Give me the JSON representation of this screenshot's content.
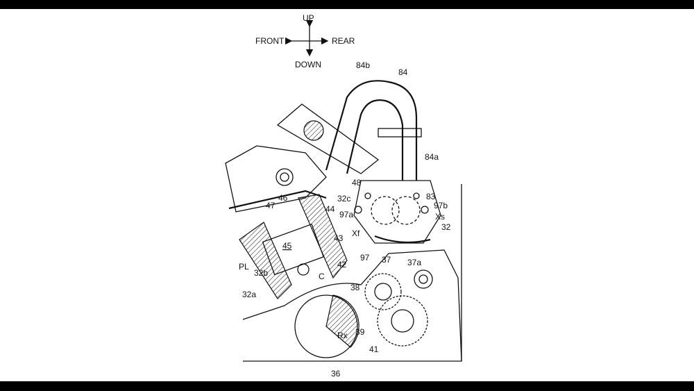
{
  "compass": {
    "up": "UP",
    "down": "DOWN",
    "front": "FRONT",
    "rear": "REAR"
  },
  "labels": {
    "l84b": "84b",
    "l84": "84",
    "l84a": "84a",
    "l48": "48",
    "l83": "83",
    "l97b": "97b",
    "l97a": "97a",
    "lXs": "Xs",
    "lXf": "Xf",
    "l32": "32",
    "l32c": "32c",
    "l46": "46",
    "l47": "47",
    "l44": "44",
    "l43": "43",
    "l45": "45",
    "l97": "97",
    "l37": "37",
    "l37a": "37a",
    "lPL": "PL",
    "l32b": "32b",
    "l42": "42",
    "lC": "C",
    "l38": "38",
    "l32a": "32a",
    "l39": "39",
    "lRx": "Rx",
    "l41": "41",
    "l36": "36"
  }
}
